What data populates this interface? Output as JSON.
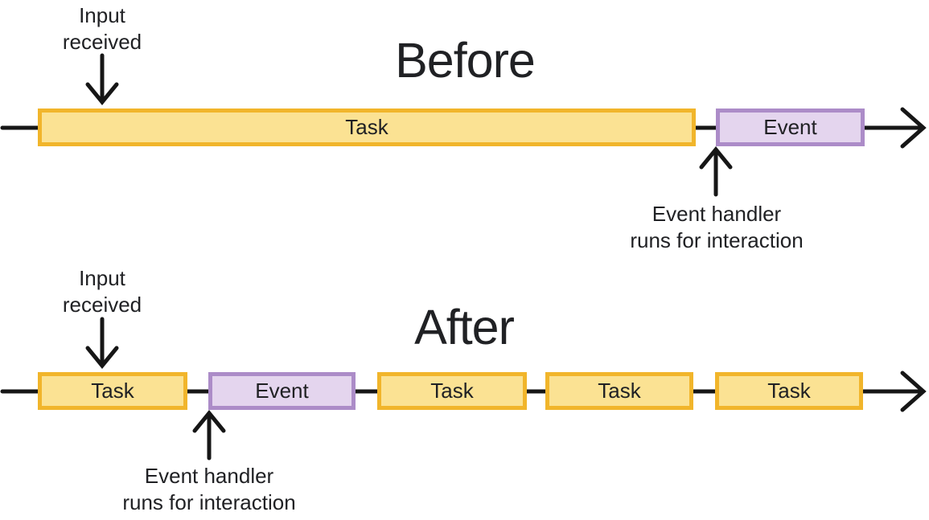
{
  "colors": {
    "task_fill": "#FBE293",
    "task_border": "#F1B52B",
    "event_fill": "#E4D5EE",
    "event_border": "#AC8CC8",
    "line": "#161616",
    "text": "#202124"
  },
  "before": {
    "title": "Before",
    "input_label_lines": [
      "Input",
      "received"
    ],
    "handler_label_lines": [
      "Event handler",
      "runs for interaction"
    ],
    "boxes": [
      {
        "label": "Task",
        "type": "task"
      },
      {
        "label": "Event",
        "type": "event"
      }
    ]
  },
  "after": {
    "title": "After",
    "input_label_lines": [
      "Input",
      "received"
    ],
    "handler_label_lines": [
      "Event handler",
      "runs for interaction"
    ],
    "boxes": [
      {
        "label": "Task",
        "type": "task"
      },
      {
        "label": "Event",
        "type": "event"
      },
      {
        "label": "Task",
        "type": "task"
      },
      {
        "label": "Task",
        "type": "task"
      },
      {
        "label": "Task",
        "type": "task"
      }
    ]
  }
}
